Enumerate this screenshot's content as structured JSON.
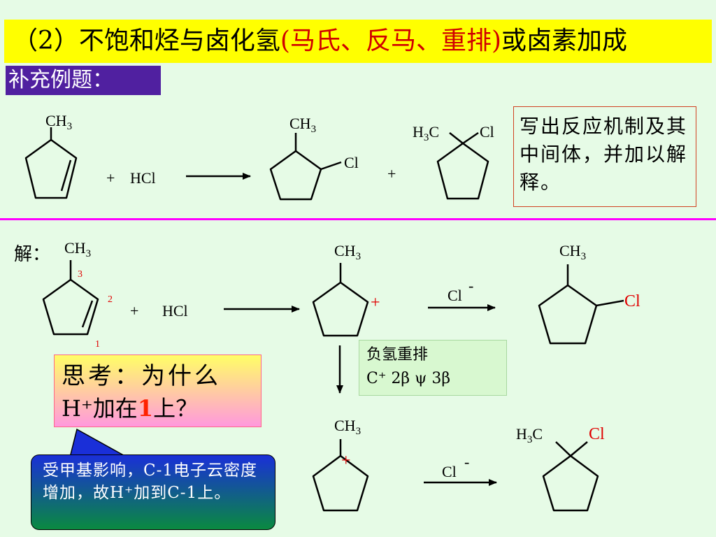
{
  "title": {
    "prefix": "（2）不饱和烃与卤化氢",
    "paren_open": "(",
    "highlight": "马氏、反马、重排",
    "paren_close": ")",
    "suffix": "或卤素加成"
  },
  "section_tag": "补充例题：",
  "task_text": "写出反应机制及其中间体，并加以解释。",
  "solution_label": "解：",
  "think": {
    "line1": "思考：为什么",
    "line2_prefix": "H⁺加在",
    "line2_highlight": "1",
    "line2_suffix": "上？"
  },
  "rearrangement": {
    "line1": "负氢重排",
    "line2": "C⁺ 2β ψ 3β"
  },
  "answer_text": "受甲基影响，C-1电子云密度增加，故H⁺加到C-1上。",
  "chem_labels": {
    "methyl": "CH",
    "sub3": "3",
    "h3c_h": "H",
    "h3c_c": "C",
    "chlorine": "Cl",
    "plus": "+",
    "hcl": "HCl",
    "chloride": "Cl",
    "minus": "-",
    "cation": "+",
    "pos1": "1",
    "pos2": "2",
    "pos3": "3"
  },
  "colors": {
    "title_bg": "#ffff00",
    "title_highlight": "#d00000",
    "section_tag_bg": "#5020a0",
    "page_bg": "#e6fbe6",
    "divider": "#ff00ff",
    "chlorine_product": "#e00000",
    "cation_charge": "#e00000"
  }
}
